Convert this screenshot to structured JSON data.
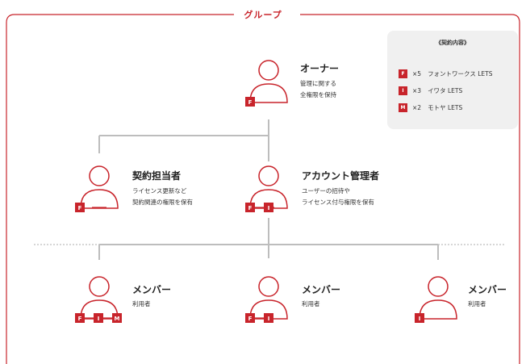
{
  "group_title": "グループ",
  "contract": {
    "title": "《契約内容》",
    "items": [
      {
        "badge": "F",
        "count": "×5",
        "name": "フォントワークス LETS"
      },
      {
        "badge": "I",
        "count": "×3",
        "name": "イワタ LETS"
      },
      {
        "badge": "M",
        "count": "×2",
        "name": "モトヤ LETS"
      }
    ]
  },
  "owner": {
    "role": "オーナー",
    "desc1": "管理に関する",
    "desc2": "全権限を保持"
  },
  "contract_person": {
    "role": "契約担当者",
    "desc1": "ライセンス更新など",
    "desc2": "契約関連の権限を保有"
  },
  "account_admin": {
    "role": "アカウント管理者",
    "desc1": "ユーザーの招待や",
    "desc2": "ライセンス付与権限を保有"
  },
  "members": [
    {
      "role": "メンバー",
      "desc": "利用者"
    },
    {
      "role": "メンバー",
      "desc": "利用者"
    },
    {
      "role": "メンバー",
      "desc": "利用者"
    }
  ],
  "colors": {
    "accent": "#c8242b",
    "line": "#bdbdbd",
    "box": "#f0f0f0"
  }
}
